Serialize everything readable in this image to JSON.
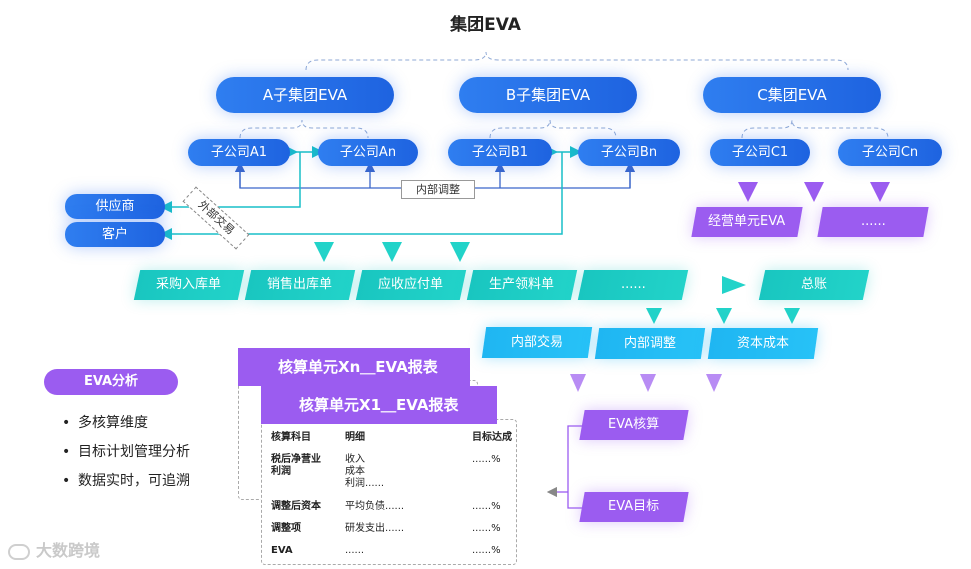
{
  "title": "集团EVA",
  "subgroups": {
    "a": "A子集团EVA",
    "b": "B子集团EVA",
    "c": "C集团EVA"
  },
  "subsidiaries": {
    "a1": "子公司A1",
    "an": "子公司An",
    "b1": "子公司B1",
    "bn": "子公司Bn",
    "c1": "子公司C1",
    "cn": "子公司Cn"
  },
  "internal_adjust_label": "内部调整",
  "external_trade_label": "外部交易",
  "external": {
    "supplier": "供应商",
    "customer": "客户"
  },
  "operating_units": {
    "unit": "经营单元EVA",
    "more": "......"
  },
  "documents": [
    "采购入库单",
    "销售出库单",
    "应收应付单",
    "生产领料单",
    "......"
  ],
  "ledger": "总账",
  "adjust_items": [
    "内部交易",
    "内部调整",
    "资本成本"
  ],
  "eva_calc": "EVA核算",
  "eva_target": "EVA目标",
  "analysis": {
    "title": "EVA分析",
    "bullets": [
      "多核算维度",
      "目标计划管理分析",
      "数据实时，可追溯"
    ]
  },
  "report": {
    "back_title": "核算单元Xn＿EVA报表",
    "front_title": "核算单元X1＿EVA报表",
    "headers": [
      "核算科目",
      "明细",
      "目标达成"
    ],
    "rows": [
      {
        "subject": "税后净营业\n利润",
        "detail": "收入\n成本\n利润......",
        "target": "......%"
      },
      {
        "subject": "调整后资本",
        "detail": "平均负债......",
        "target": "......%"
      },
      {
        "subject": "调整项",
        "detail": "研发支出......",
        "target": "......%"
      },
      {
        "subject": "EVA",
        "detail": "......",
        "target": "......%"
      }
    ]
  },
  "watermark": "大数跨境",
  "colors": {
    "blue": "#2f7ef0",
    "teal": "#1fc8c2",
    "cyan": "#1fb6f2",
    "purple": "#9b5cf0"
  }
}
